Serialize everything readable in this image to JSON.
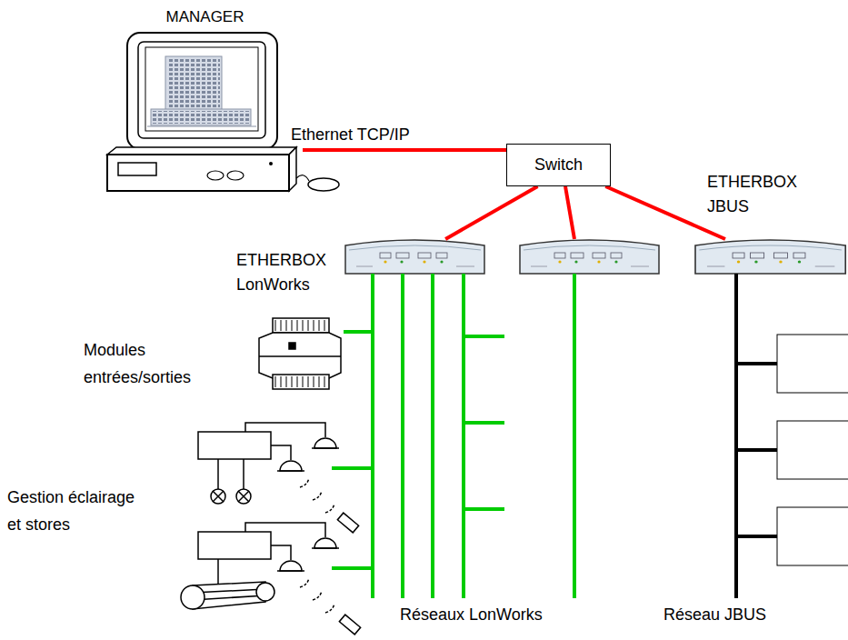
{
  "diagram": {
    "nodes": [
      {
        "text": [
          "MANAGER"
        ]
      },
      {
        "text": [
          "Switch"
        ]
      },
      {
        "text": [
          "ETHERBOX LonWorks"
        ]
      },
      {
        "text": [
          "ETHERBOX JBUS"
        ]
      }
    ],
    "edges": [
      {
        "from": 0,
        "to": 1,
        "arrow": "none",
        "label": "Ethernet TCP/IP"
      },
      {
        "from": 1,
        "to": 2,
        "arrow": "none"
      },
      {
        "from": 1,
        "to": 3,
        "arrow": "none"
      }
    ],
    "labels": [
      "Modules entrées/sorties",
      "Gestion éclairage et stores",
      "Réseaux LonWorks",
      "Réseau JBUS"
    ]
  }
}
